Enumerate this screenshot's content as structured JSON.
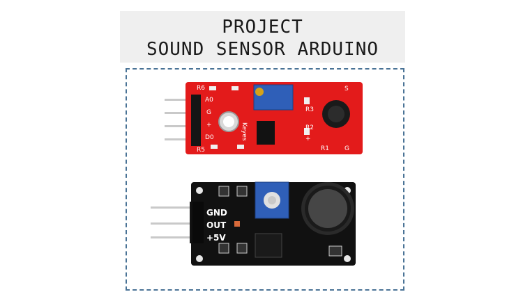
{
  "title": {
    "line1": "PROJECT",
    "line2": "SOUND SENSOR ARDUINO"
  },
  "red_module": {
    "board_color": "#e31b1b",
    "labels": {
      "r6": "R6",
      "a0": "A0",
      "g_left": "G",
      "plus": "+",
      "d0": "D0",
      "r5": "R5",
      "s": "S",
      "r3": "R3",
      "r2": "R2",
      "r1": "R1",
      "g_right": "G",
      "plus_right": "+",
      "keyes": "Keyes"
    }
  },
  "black_module": {
    "board_color": "#111111",
    "pins": [
      "GND",
      "OUT",
      "+5V"
    ]
  },
  "colors": {
    "title_bg": "#efefef",
    "frame_border": "#4a7396",
    "potentiometer": "#2f5fb8"
  }
}
